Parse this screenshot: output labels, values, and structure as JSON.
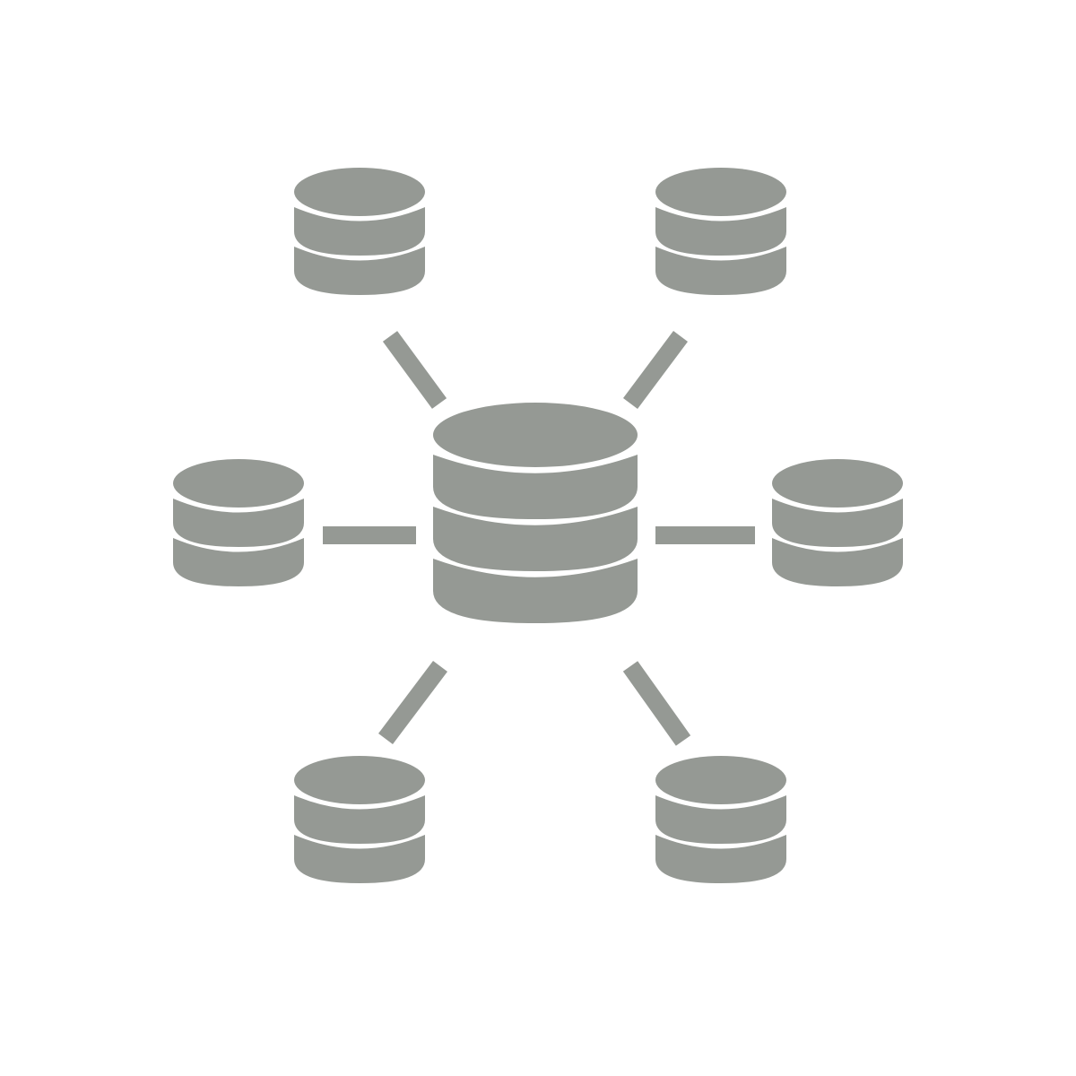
{
  "icon": {
    "name": "distributed-database-network-icon",
    "color": "#959994",
    "background": "#ffffff",
    "center_node": "database-icon",
    "satellite_nodes": [
      "database-icon-top-left",
      "database-icon-top-right",
      "database-icon-left",
      "database-icon-right",
      "database-icon-bottom-left",
      "database-icon-bottom-right"
    ]
  }
}
